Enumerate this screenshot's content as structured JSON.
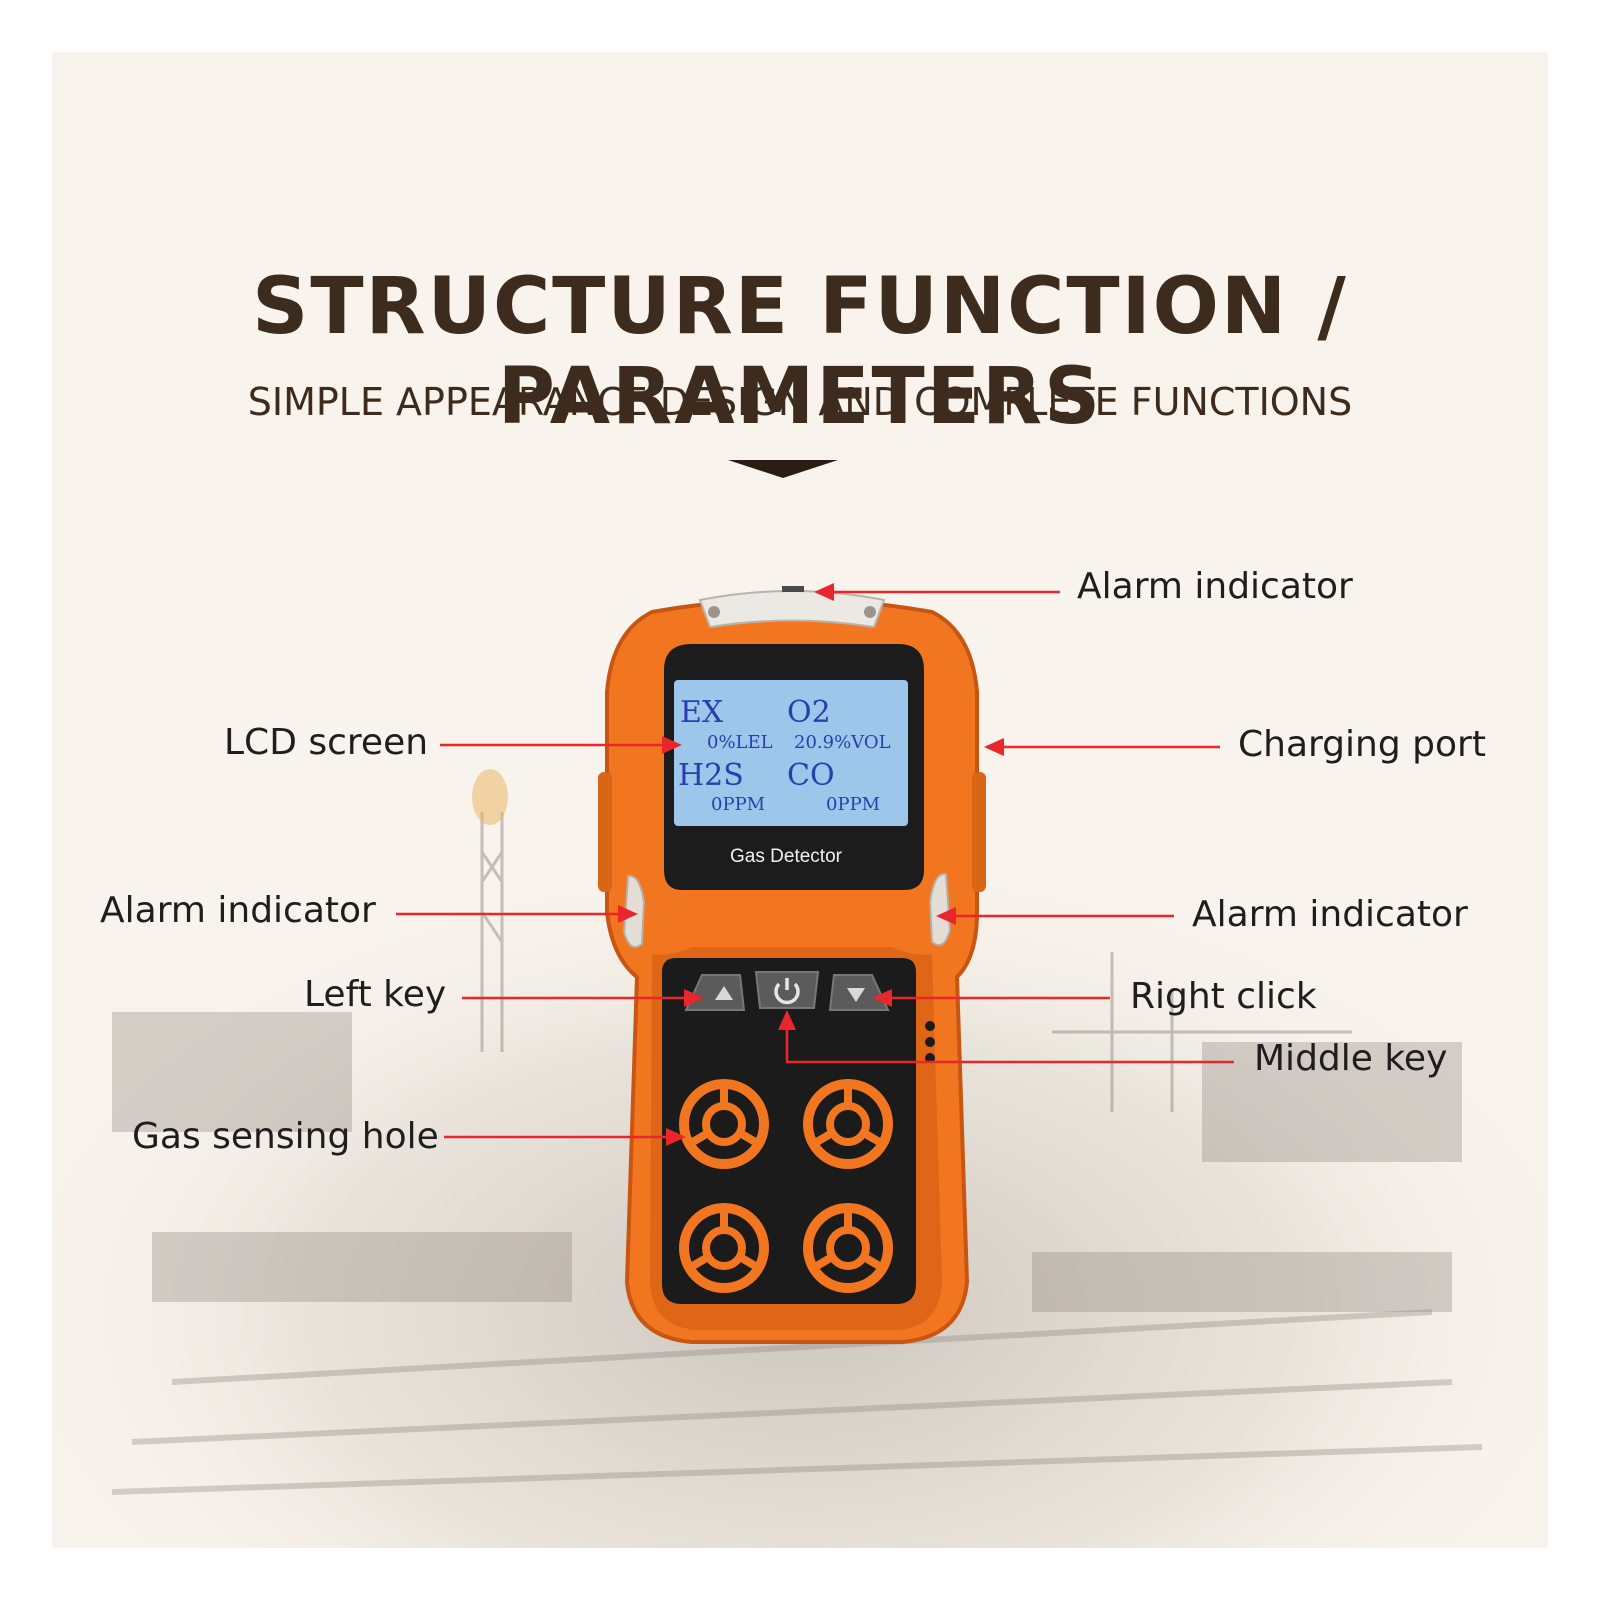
{
  "header": {
    "title": "STRUCTURE FUNCTION / PARAMETERS",
    "subtitle": "SIMPLE APPEARANCE DESIGN AND COMPLETE FUNCTIONS"
  },
  "callouts": {
    "alarm_top": "Alarm indicator",
    "lcd_screen": "LCD screen",
    "charging_port": "Charging port",
    "alarm_left": "Alarm indicator",
    "alarm_right": "Alarm indicator",
    "left_key": "Left key",
    "right_click": "Right click",
    "middle_key": "Middle key",
    "gas_sensing_hole": "Gas sensing hole"
  },
  "device": {
    "brand_label": "Gas Detector",
    "lcd": {
      "ex": "EX",
      "ex_value": "0%LEL",
      "o2": "O2",
      "o2_value": "20.9%VOL",
      "h2s": "H2S",
      "h2s_value": "0PPM",
      "co": "CO",
      "co_value": "0PPM"
    }
  },
  "colors": {
    "body_orange": "#f2751f",
    "keypad_black": "#1b1b1b",
    "lcd_blue": "#9cc6ea",
    "arrow_red": "#e8262b",
    "title_brown": "#3d2c1e"
  }
}
